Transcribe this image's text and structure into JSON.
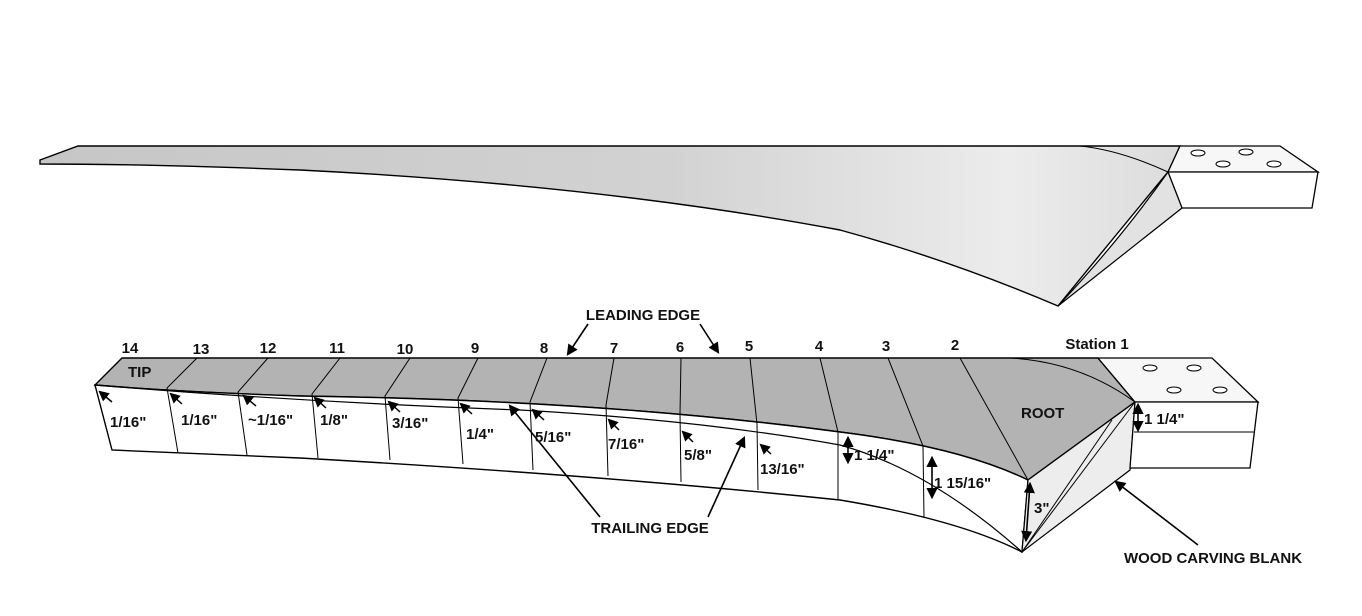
{
  "stations": [
    "14",
    "13",
    "12",
    "11",
    "10",
    "9",
    "8",
    "7",
    "6",
    "5",
    "4",
    "3",
    "2",
    "Station 1"
  ],
  "labels": {
    "leading_edge": "LEADING EDGE",
    "trailing_edge": "TRAILING EDGE",
    "tip": "TIP",
    "root": "ROOT",
    "wood_blank": "WOOD CARVING BLANK"
  },
  "thickness": [
    "1/16\"",
    "1/16\"",
    "~1/16\"",
    "1/8\"",
    "3/16\"",
    "1/4\"",
    "5/16\"",
    "7/16\"",
    "5/8\"",
    "13/16\"",
    "1 1/4\"",
    "1 15/16\"",
    "3\""
  ],
  "hub_thickness": "1 1/4\""
}
